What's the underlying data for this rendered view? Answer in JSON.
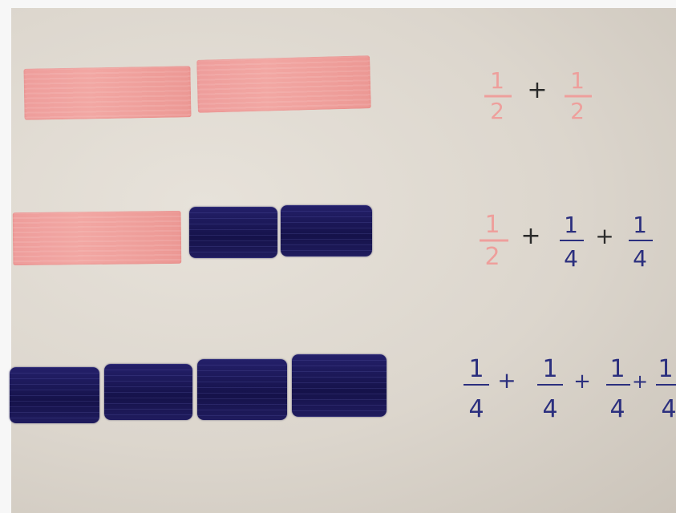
{
  "scene": {
    "kind": "hand-drawn fraction strips on paper",
    "paper_color": "#ddd7ce",
    "colors": {
      "half": "#ee9f9c",
      "quarter": "#1c1858",
      "operator": "#2a2a2a"
    }
  },
  "rows": [
    {
      "expression": {
        "terms": [
          {
            "numerator": "1",
            "denominator": "2",
            "color": "#ee9f9c"
          },
          {
            "numerator": "1",
            "denominator": "2",
            "color": "#ee9f9c"
          }
        ],
        "operator": "+"
      }
    },
    {
      "expression": {
        "terms": [
          {
            "numerator": "1",
            "denominator": "2",
            "color": "#ee9f9c"
          },
          {
            "numerator": "1",
            "denominator": "4",
            "color": "#2b2f7e"
          },
          {
            "numerator": "1",
            "denominator": "4",
            "color": "#2b2f7e"
          }
        ],
        "operator": "+"
      }
    },
    {
      "expression": {
        "terms": [
          {
            "numerator": "1",
            "denominator": "4",
            "color": "#2b2f7e"
          },
          {
            "numerator": "1",
            "denominator": "4",
            "color": "#2b2f7e"
          },
          {
            "numerator": "1",
            "denominator": "4",
            "color": "#2b2f7e"
          },
          {
            "numerator": "1",
            "denominator": "4",
            "color": "#2b2f7e"
          }
        ],
        "operator": "+"
      }
    }
  ]
}
